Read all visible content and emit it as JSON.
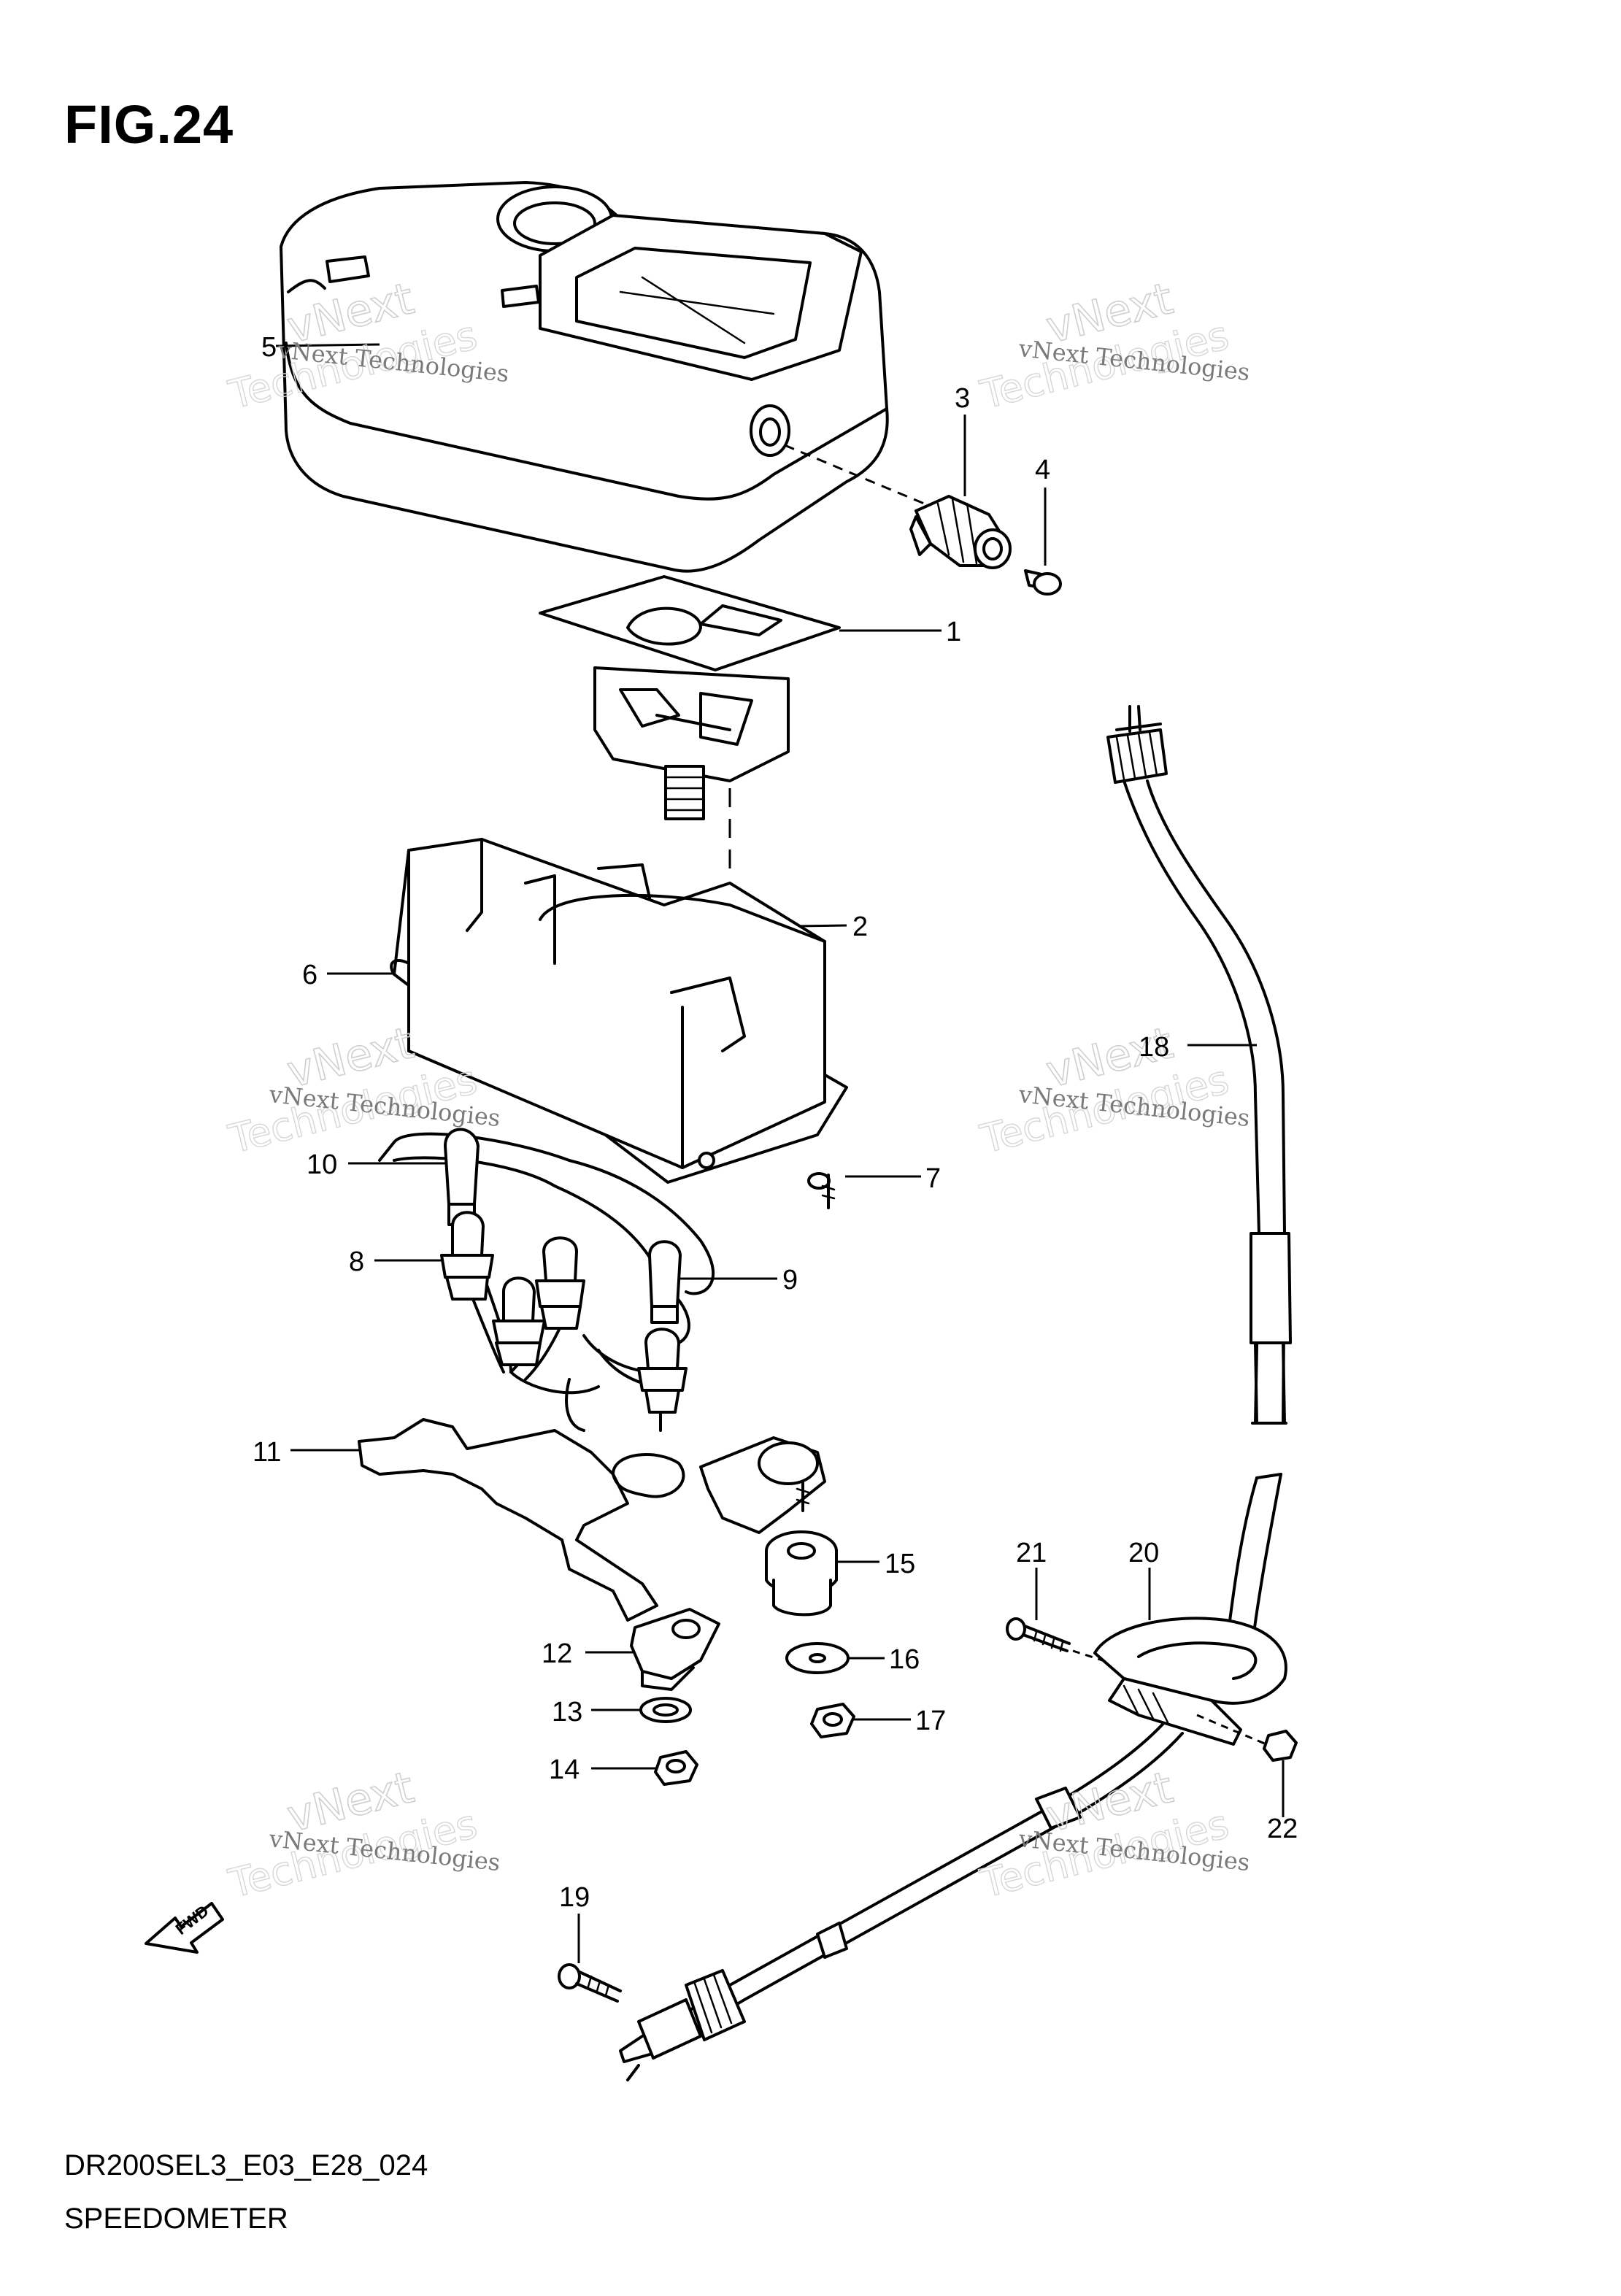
{
  "figure": {
    "title": "FIG.24"
  },
  "footer": {
    "code": "DR200SEL3_E03_E28_024",
    "title": "SPEEDOMETER"
  },
  "fwd_label": "FWD",
  "watermark": {
    "line1": "vNext Technologies",
    "line2": "vNext",
    "line3": "Technologies"
  },
  "callouts": [
    "1",
    "2",
    "3",
    "4",
    "5",
    "6",
    "7",
    "8",
    "9",
    "10",
    "11",
    "12",
    "13",
    "14",
    "15",
    "16",
    "17",
    "18",
    "19",
    "20",
    "21",
    "22"
  ]
}
